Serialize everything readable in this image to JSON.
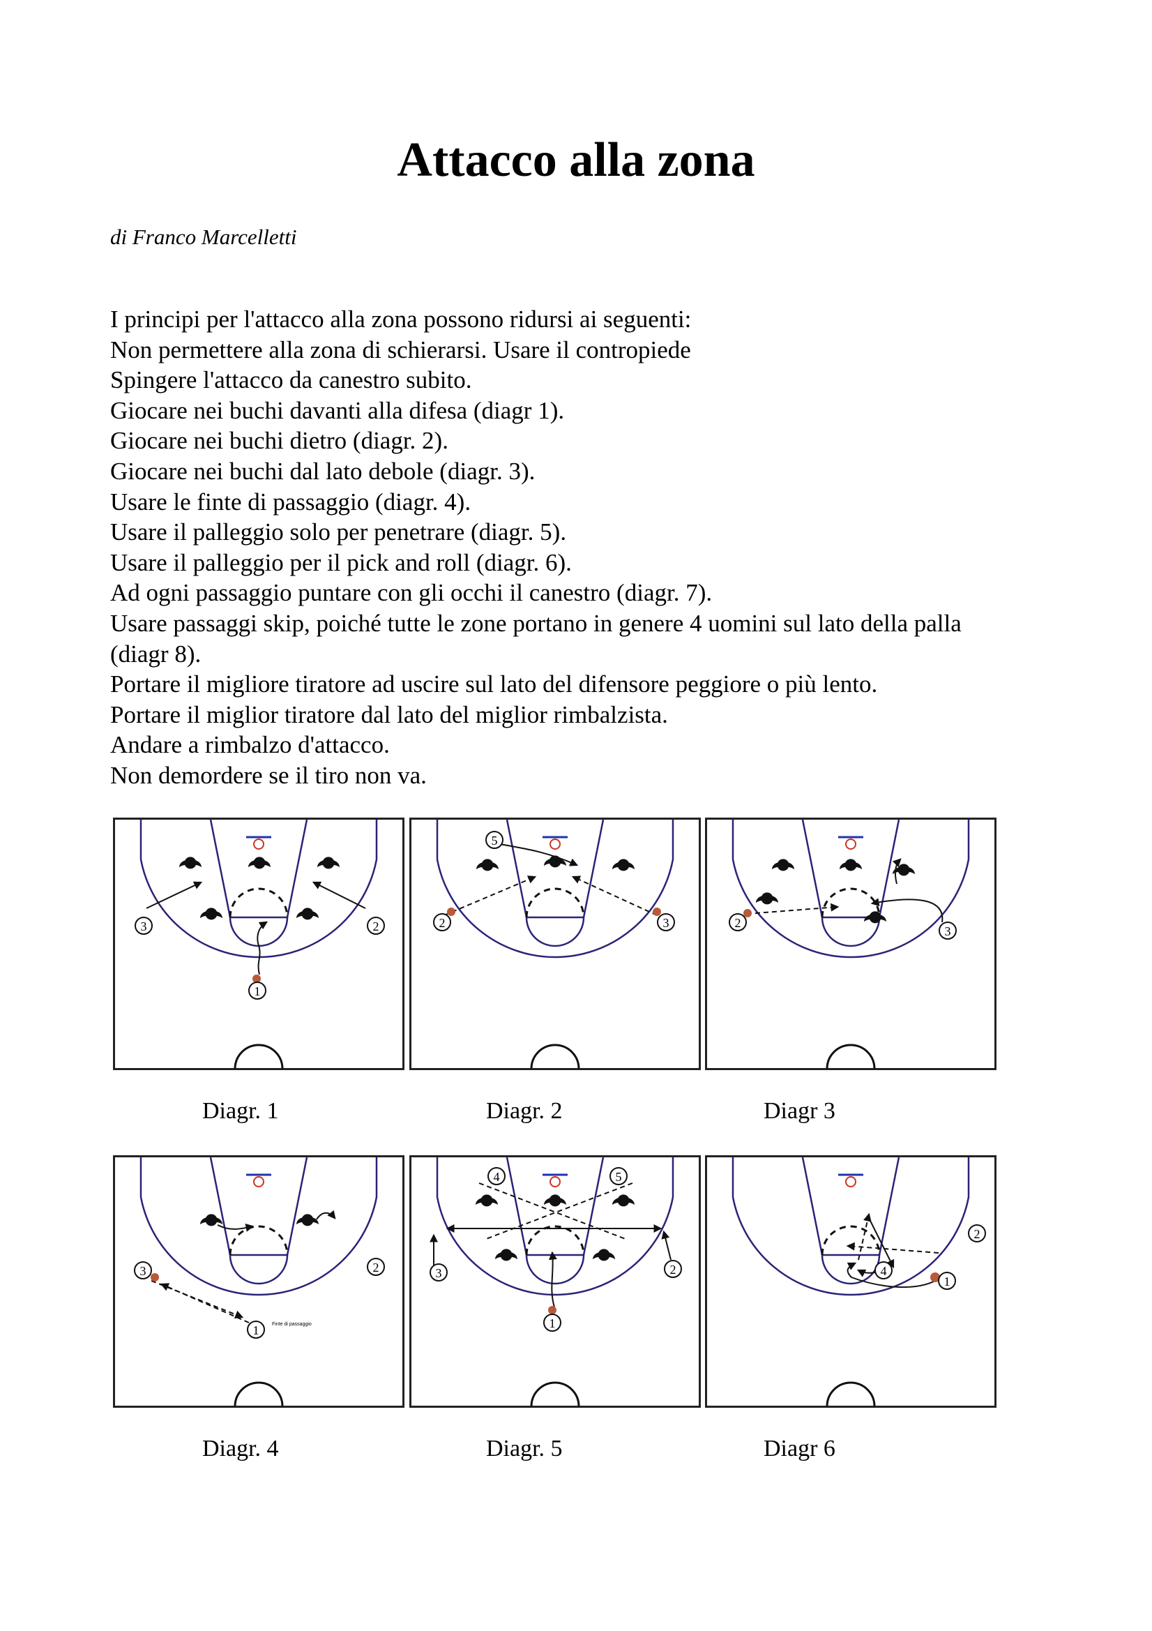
{
  "title": "Attacco alla zona",
  "author": "di Franco Marcelletti",
  "principles": [
    "I principi per l'attacco alla zona possono ridursi ai seguenti:",
    "Non permettere alla zona di schierarsi. Usare il contropiede",
    "Spingere l'attacco da canestro subito.",
    "Giocare nei buchi davanti alla difesa (diagr 1).",
    "Giocare nei buchi dietro (diagr. 2).",
    "Giocare nei buchi dal lato debole (diagr. 3).",
    "Usare le finte di passaggio (diagr. 4).",
    "Usare il palleggio solo per penetrare (diagr. 5).",
    "Usare il palleggio per il pick and roll (diagr. 6).",
    "Ad ogni passaggio puntare con gli occhi il canestro (diagr. 7).",
    "Usare passaggi skip, poiché tutte le zone portano in genere 4 uomini sul lato della palla",
    "(diagr 8).",
    "Portare il migliore tiratore ad uscire sul lato del difensore peggiore o più lento.",
    "Portare il miglior tiratore dal lato del miglior rimbalzista.",
    "Andare a rimbalzo d'attacco.",
    "Non demordere se il tiro non va."
  ],
  "diagrams": [
    {
      "caption": "Diagr. 1",
      "players": [
        "1",
        "2",
        "3"
      ]
    },
    {
      "caption": "Diagr. 2",
      "players": [
        "2",
        "3",
        "5"
      ]
    },
    {
      "caption": "Diagr 3",
      "players": [
        "2",
        "3"
      ]
    },
    {
      "caption": "Diagr. 4",
      "players": [
        "1",
        "2",
        "3"
      ],
      "annotation": "Finte di passaggio"
    },
    {
      "caption": "Diagr. 5",
      "players": [
        "1",
        "2",
        "3",
        "4",
        "5"
      ]
    },
    {
      "caption": "Diagr 6",
      "players": [
        "1",
        "2",
        "4"
      ]
    }
  ],
  "colors": {
    "court_line": "#2a2478",
    "ball": "#b85a3a",
    "rim": "#cc3322",
    "backboard": "#2233aa",
    "defender": "#111111"
  }
}
